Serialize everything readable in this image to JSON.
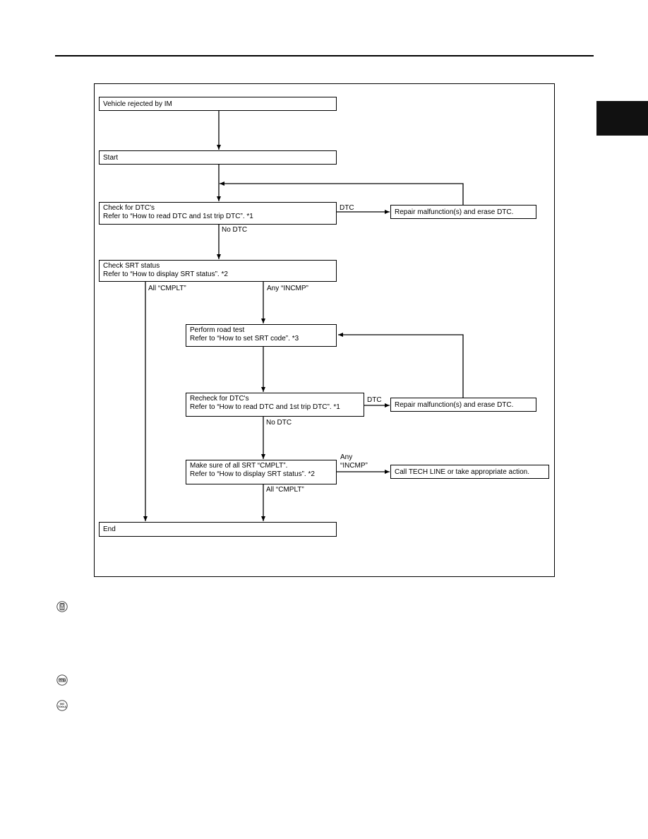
{
  "flowchart": {
    "vehicle_rejected": "Vehicle rejected by IM",
    "start": "Start",
    "check_dtc": {
      "line1": "Check for DTC's",
      "line2": "Refer to “How to read DTC and 1st trip DTC”. *1"
    },
    "repair_1": "Repair malfunction(s) and erase DTC.",
    "check_srt": {
      "line1": "Check SRT status",
      "line2": "Refer to “How to display SRT status”. *2"
    },
    "road_test": {
      "line1": "Perform road test",
      "line2": "Refer to “How to set SRT code”. *3"
    },
    "recheck_dtc": {
      "line1": "Recheck for DTC's",
      "line2": "Refer to “How to read DTC and 1st trip DTC”. *1"
    },
    "repair_2": "Repair malfunction(s) and erase DTC.",
    "make_sure": {
      "line1": "Make sure of all SRT “CMPLT”.",
      "line2": "Refer to “How to display SRT status”. *2"
    },
    "call_tech": "Call TECH LINE or take appropriate action.",
    "end": "End",
    "labels": {
      "dtc_1": "DTC",
      "no_dtc_1": "No DTC",
      "all_cmplt_1": "All “CMPLT”",
      "any_incmp_1": "Any “INCMP”",
      "dtc_2": "DTC",
      "no_dtc_2": "No DTC",
      "any_line1": "Any",
      "any_line2": "“INCMP”",
      "all_cmplt_2": "All “CMPLT”"
    }
  },
  "icons": [
    "consult-icon",
    "gst-icon",
    "no-tools-icon"
  ]
}
